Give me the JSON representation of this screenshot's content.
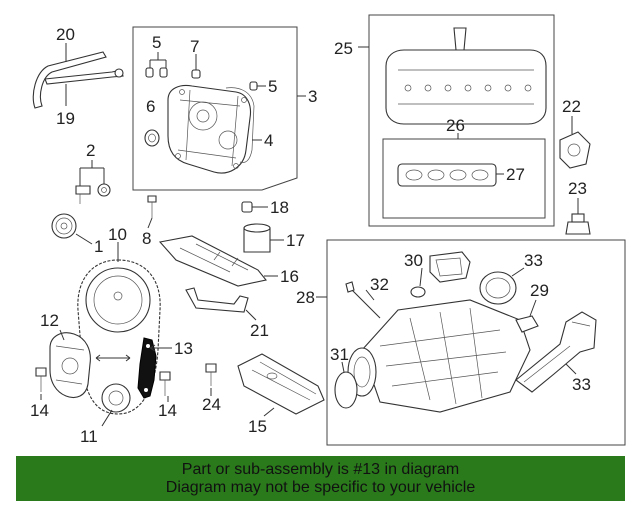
{
  "callouts": [
    {
      "id": "c20",
      "text": "20"
    },
    {
      "id": "c19",
      "text": "19"
    },
    {
      "id": "c5a",
      "text": "5"
    },
    {
      "id": "c7",
      "text": "7"
    },
    {
      "id": "c6",
      "text": "6"
    },
    {
      "id": "c5b",
      "text": "5"
    },
    {
      "id": "c3",
      "text": "3"
    },
    {
      "id": "c4",
      "text": "4"
    },
    {
      "id": "c25",
      "text": "25"
    },
    {
      "id": "c26",
      "text": "26"
    },
    {
      "id": "c27",
      "text": "27"
    },
    {
      "id": "c22",
      "text": "22"
    },
    {
      "id": "c23",
      "text": "23"
    },
    {
      "id": "c2",
      "text": "2"
    },
    {
      "id": "c1",
      "text": "1"
    },
    {
      "id": "c8",
      "text": "8"
    },
    {
      "id": "c10",
      "text": "10"
    },
    {
      "id": "c18",
      "text": "18"
    },
    {
      "id": "c17",
      "text": "17"
    },
    {
      "id": "c16",
      "text": "16"
    },
    {
      "id": "c21",
      "text": "21"
    },
    {
      "id": "c12",
      "text": "12"
    },
    {
      "id": "c13",
      "text": "13"
    },
    {
      "id": "c14a",
      "text": "14"
    },
    {
      "id": "c14b",
      "text": "14"
    },
    {
      "id": "c11",
      "text": "11"
    },
    {
      "id": "c24",
      "text": "24"
    },
    {
      "id": "c15",
      "text": "15"
    },
    {
      "id": "c30",
      "text": "30"
    },
    {
      "id": "c33a",
      "text": "33"
    },
    {
      "id": "c32",
      "text": "32"
    },
    {
      "id": "c28",
      "text": "28"
    },
    {
      "id": "c29",
      "text": "29"
    },
    {
      "id": "c31",
      "text": "31"
    },
    {
      "id": "c33b",
      "text": "33"
    }
  ],
  "highlight_part": "13",
  "colors": {
    "banner": "#2a7a1c",
    "highlight": "#111111"
  },
  "banner": {
    "line1": "Part or sub-assembly is #13 in diagram",
    "line2": "Diagram may not be specific to your vehicle"
  }
}
